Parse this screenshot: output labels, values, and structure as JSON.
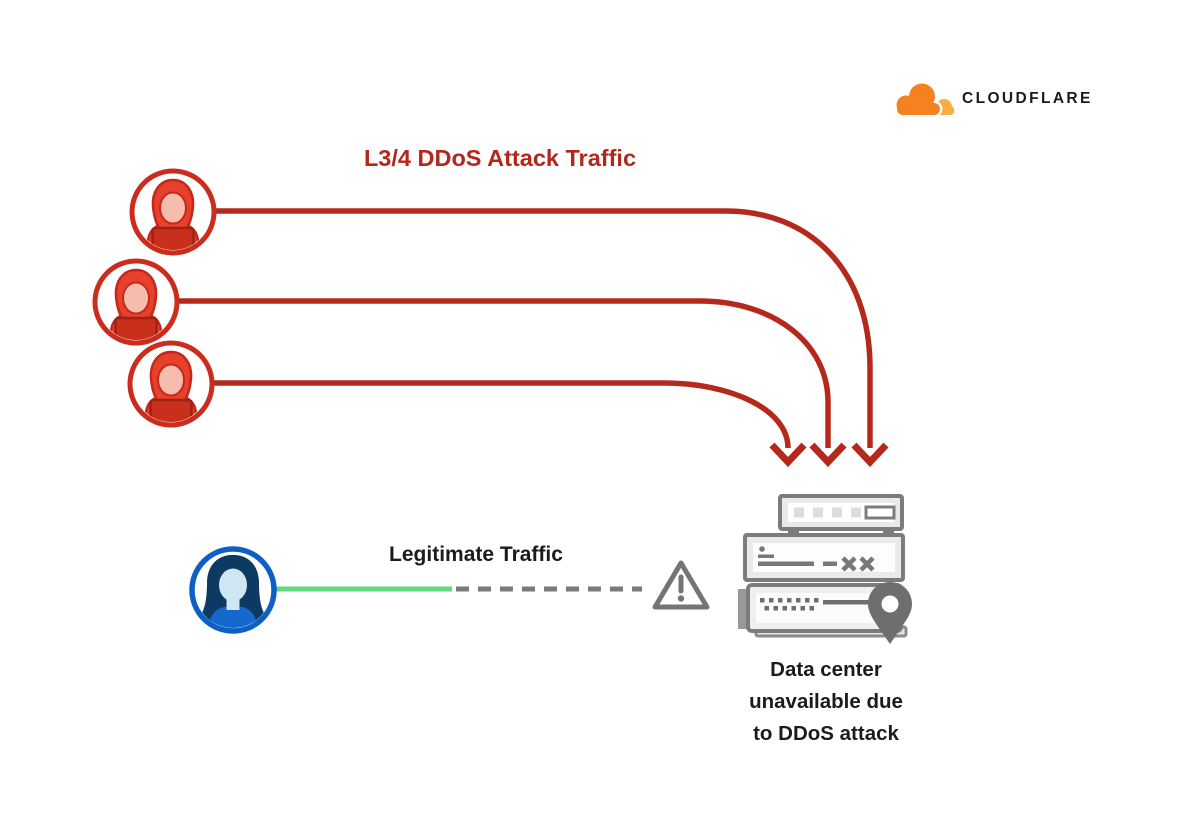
{
  "brand": {
    "name": "CLOUDFLARE"
  },
  "titles": {
    "attack": "L3/4 DDoS Attack Traffic",
    "legitimate": "Legitimate Traffic"
  },
  "caption": {
    "lines": [
      "Data center",
      "unavailable due",
      "to DDoS attack"
    ]
  },
  "colors": {
    "attack_red": "#B5291D",
    "attack_title_red": "#B3281C",
    "attacker_circle_red": "#CB2C1E",
    "hood_red": "#E7402B",
    "face_pink": "#F6BCAE",
    "laptop_red": "#C8301C",
    "user_circle_blue": "#0D5FC6",
    "hair_navy": "#0D3A62",
    "user_face_blue": "#CFE7F3",
    "shirt_blue": "#1568CE",
    "legit_green": "#62D87F",
    "neutral_gray": "#757575",
    "server_stroke_gray": "#7C7C7C",
    "server_fill_gray": "#EAEAEA",
    "brand_orange": "#F6821F",
    "brand_orange_light": "#FBAD41",
    "text_dark": "#1B1B1B"
  },
  "icons": {
    "brand": "cloudflare-cloud-icon",
    "attackers": [
      "attacker-icon-1",
      "attacker-icon-2",
      "attacker-icon-3"
    ],
    "user": "legitimate-user-icon",
    "warning": "warning-triangle-icon",
    "datacenter": "data-center-server-stack-icon",
    "pin": "location-pin-icon"
  }
}
